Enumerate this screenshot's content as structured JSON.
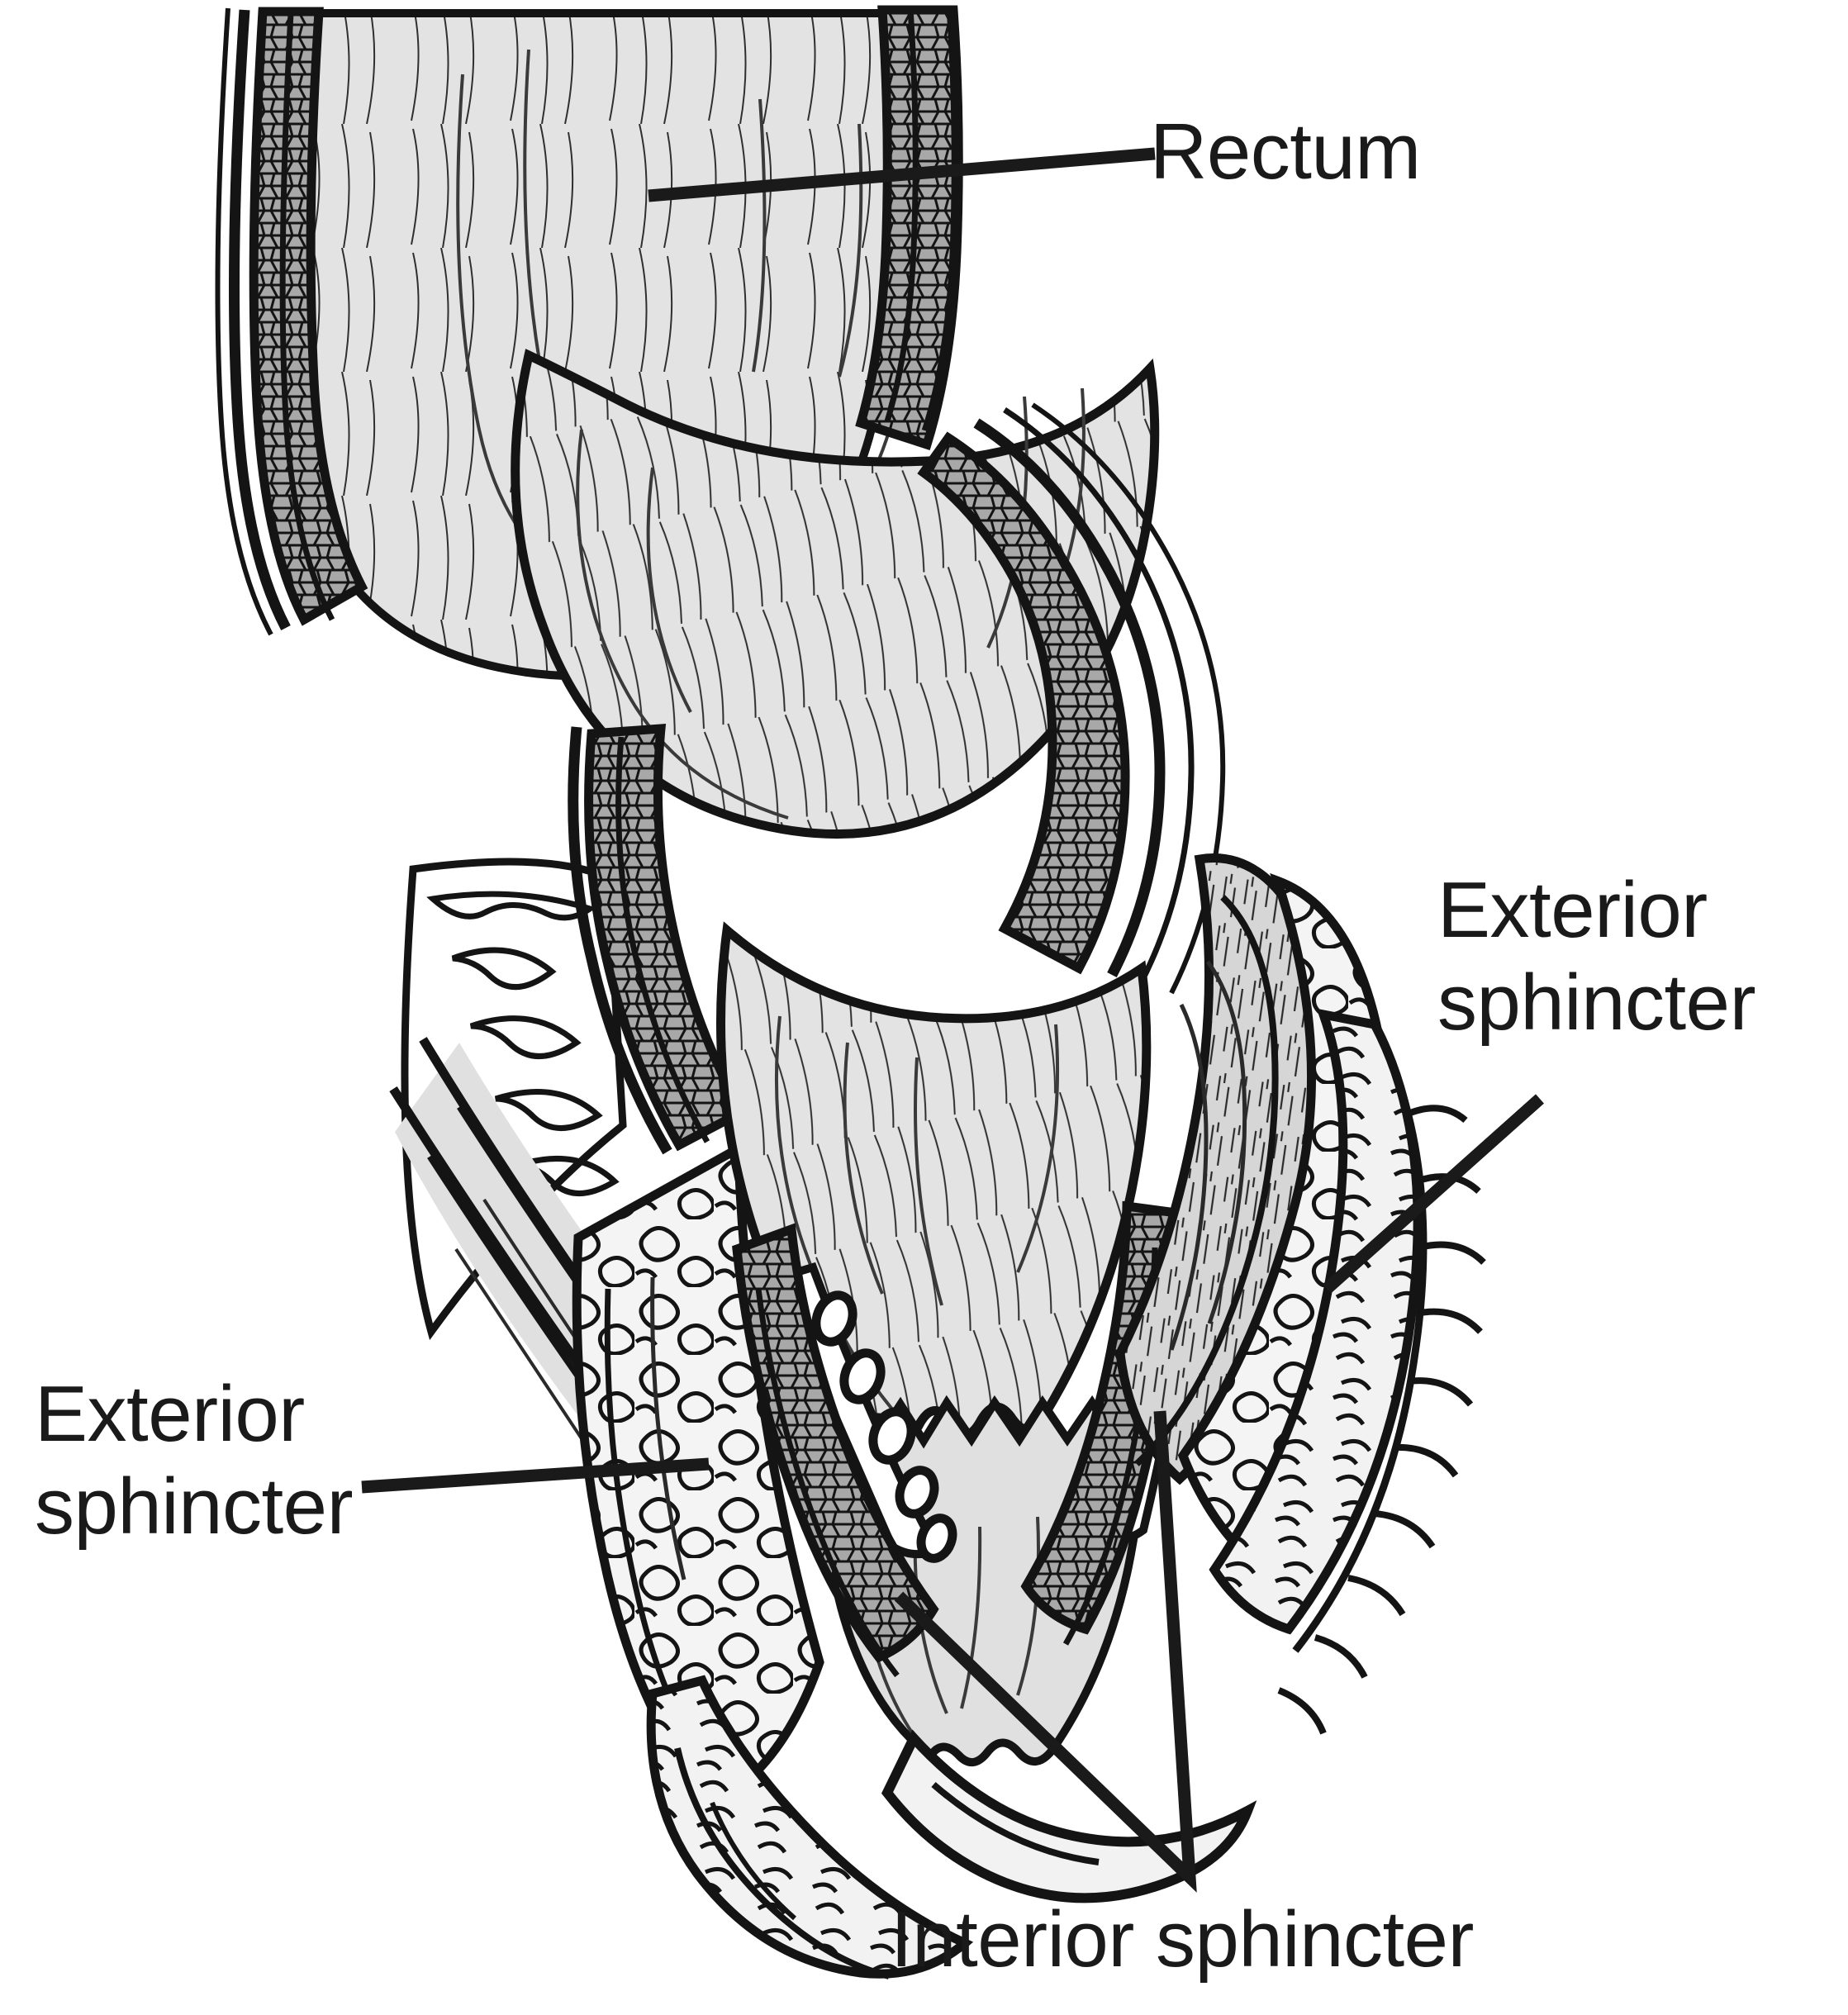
{
  "figure": {
    "kind": "anatomical-illustration",
    "subject": "Sagittal cross-section of the rectum and anal canal",
    "background_color": "#ffffff",
    "line_color": "#1a1a1a",
    "fills": {
      "lumen_light_gray": "#e3e3e3",
      "muscularis_mid_gray": "#a8a8a8",
      "sphincter_gray": "#d2d2d2",
      "skin_pale": "#f2f2f2",
      "white": "#ffffff"
    }
  },
  "labels": {
    "rectum": {
      "text": "Rectum",
      "leader_from": [
        1398,
        186
      ],
      "leader_to": [
        785,
        237
      ]
    },
    "exterior_sphincter_right": {
      "line1": "Exterior",
      "line2": "sphincter",
      "leader_from": [
        1864,
        1330
      ],
      "leader_to": [
        1606,
        1560
      ]
    },
    "exterior_sphincter_left": {
      "line1": "Exterior",
      "line2": "sphincter",
      "leader_from": [
        438,
        1800
      ],
      "leader_to": [
        858,
        1772
      ]
    },
    "interior_sphincter": {
      "text": "Interior sphincter",
      "vertex": [
        1440,
        2272
      ],
      "branch_a_to": [
        1088,
        1932
      ],
      "branch_b_to": [
        1404,
        1708
      ]
    }
  },
  "structures": [
    {
      "name": "rectum-lumen",
      "note": "large upper chamber, light gray with fold striations"
    },
    {
      "name": "rectal-wall-muscularis",
      "note": "mid gray cobbled band between dark outlines"
    },
    {
      "name": "anal-canal",
      "note": "narrowing column below the rectal ampulla"
    },
    {
      "name": "columns-of-morgagni",
      "note": "scalloped zigzag mucosal margin"
    },
    {
      "name": "internal-hemorrhoidal-plexus",
      "note": "chain of oval vessel lumens in submucosa"
    },
    {
      "name": "internal-sphincter",
      "note": "dark gray thickened circular muscle"
    },
    {
      "name": "external-sphincter-left",
      "note": "striated muscle bundle, left side"
    },
    {
      "name": "external-sphincter-right",
      "note": "striated muscle bundle, right side"
    },
    {
      "name": "levator-ani",
      "note": "oblique fibrous sheet upper-left"
    },
    {
      "name": "ischiorectal-fat",
      "note": "lobulated adipose tissue"
    },
    {
      "name": "perianal-skin",
      "note": "outer skin margin with hair follicles"
    }
  ]
}
